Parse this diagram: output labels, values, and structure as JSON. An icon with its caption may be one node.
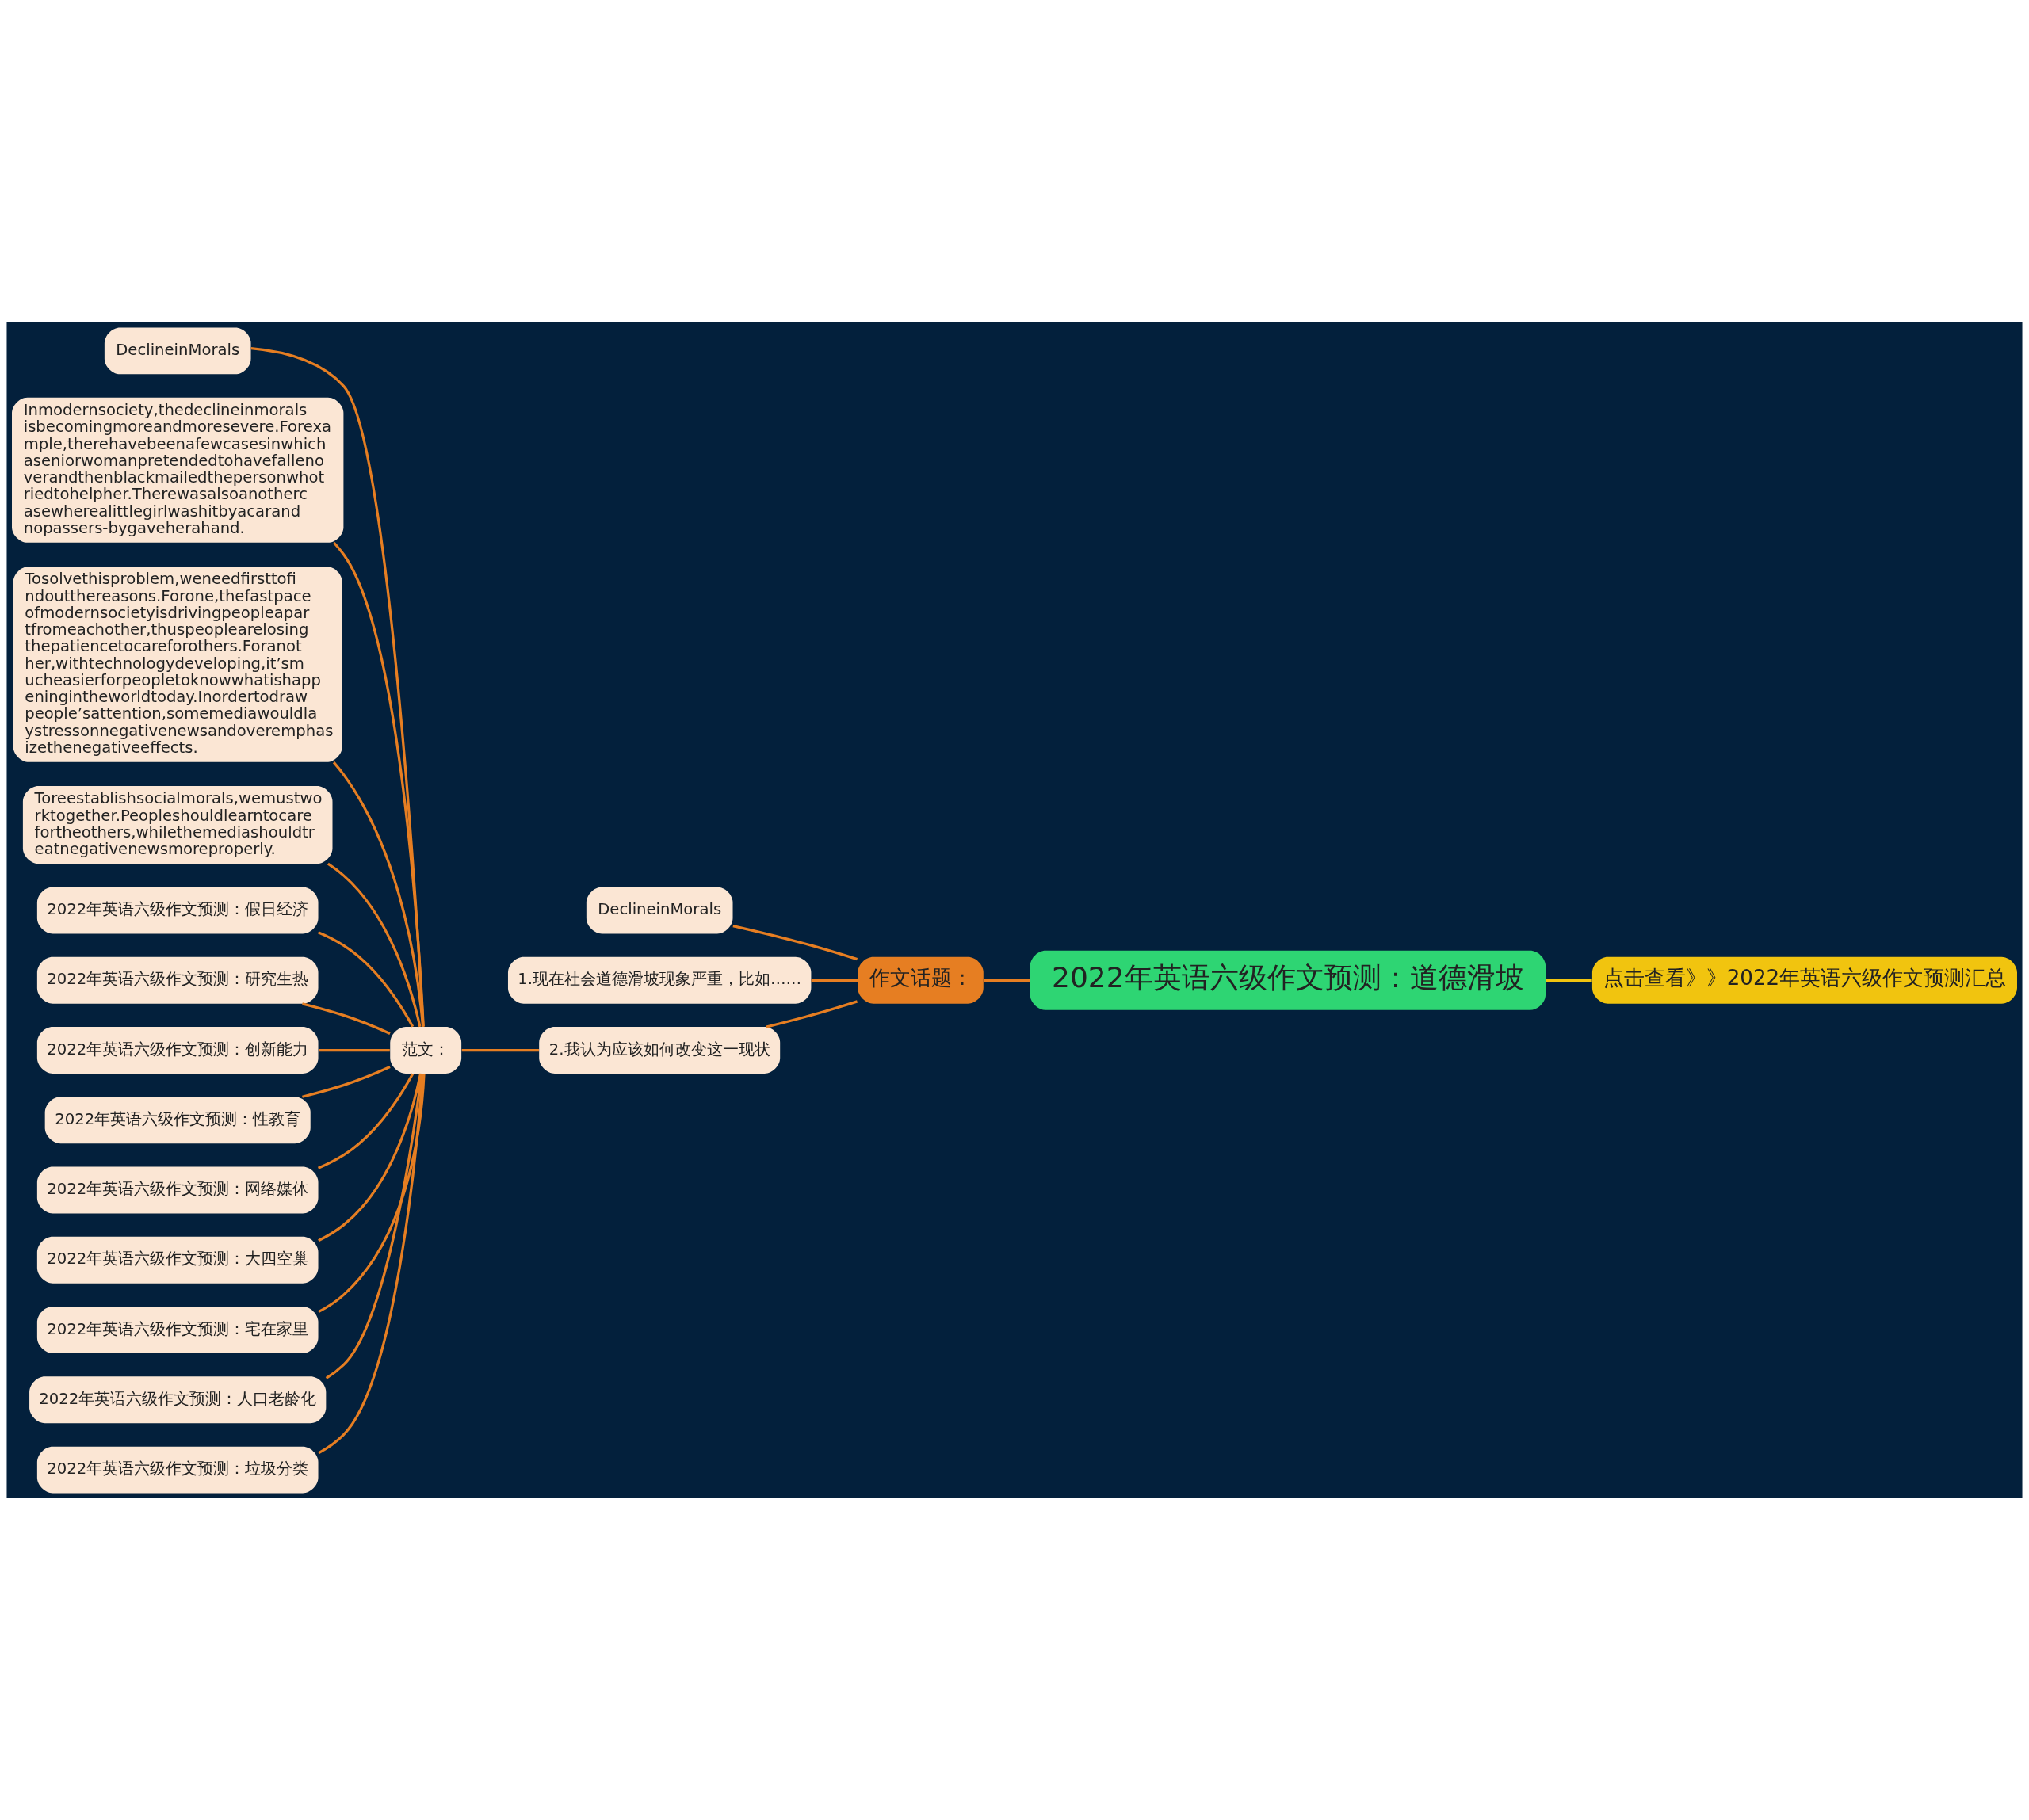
{
  "diagram": {
    "nodes": [
      {
        "text": [
          "2022年英语六级作文预测：道德滑坡"
        ]
      },
      {
        "text": [
          "点击查看》》2022年英语六级作文预测汇总"
        ]
      },
      {
        "text": [
          "作文话题："
        ]
      },
      {
        "text": [
          "DeclineinMorals"
        ]
      },
      {
        "text": [
          "1.现在社会道德滑坡现象严重，比如……"
        ]
      },
      {
        "text": [
          "2.我认为应该如何改变这一现状"
        ]
      },
      {
        "text": [
          "范文："
        ]
      },
      {
        "text": [
          "DeclineinMorals"
        ]
      },
      {
        "text": [
          "Inmodernsociety,thedeclineinmoralsisbecomingmoreandmoresevere.Forexample,therehavebeenafewcasesinwhichaseniorwomanpretendedtohavefallenoverandthenblackmailedthepersonwhotriedtohelpher.Therewasalsoanothercasewherealittlegirlwashitbyacarandnopassers-bygaveherahand."
        ]
      },
      {
        "text": [
          "Tosolvethisproblem,weneedfirsttofindoutthereasons.Forone,thefastpaceofmodernsocietyisdrivingpeopleapartfromeachother,thuspeoplearelosingthepatiencetocareforothers.Foranother,withtechnologydeveloping,it’smucheasierforpeopletoknowwhatishappeningintheworldtoday.Inordertodrawpeople’sattention,somemediawouldlaystressonnegativenewsandoveremphasizethenegativeeffects."
        ]
      },
      {
        "text": [
          "Toreestablishsocialmorals,wemustworktogether.Peopleshouldlearntocarefortheothers,whilethemediashouldtreatnegativenewsmoreproperly."
        ]
      },
      {
        "text": [
          "2022年英语六级作文预测：假日经济"
        ]
      },
      {
        "text": [
          "2022年英语六级作文预测：研究生热"
        ]
      },
      {
        "text": [
          "2022年英语六级作文预测：创新能力"
        ]
      },
      {
        "text": [
          "2022年英语六级作文预测：性教育"
        ]
      },
      {
        "text": [
          "2022年英语六级作文预测：网络媒体"
        ]
      },
      {
        "text": [
          "2022年英语六级作文预测：大四空巢"
        ]
      },
      {
        "text": [
          "2022年英语六级作文预测：宅在家里"
        ]
      },
      {
        "text": [
          "2022年英语六级作文预测：人口老龄化"
        ]
      },
      {
        "text": [
          "2022年英语六级作文预测：垃圾分类"
        ]
      }
    ],
    "edges": [
      {
        "from": 1,
        "to": 0,
        "arrow": "none",
        "color": "#f1c40f"
      },
      {
        "from": 0,
        "to": 2,
        "arrow": "none"
      },
      {
        "from": 2,
        "to": 3,
        "arrow": "none"
      },
      {
        "from": 2,
        "to": 4,
        "arrow": "none"
      },
      {
        "from": 2,
        "to": 5,
        "arrow": "none"
      },
      {
        "from": 5,
        "to": 6,
        "arrow": "none"
      },
      {
        "from": 6,
        "to": 7,
        "arrow": "none"
      },
      {
        "from": 6,
        "to": 8,
        "arrow": "none"
      },
      {
        "from": 6,
        "to": 9,
        "arrow": "none"
      },
      {
        "from": 6,
        "to": 10,
        "arrow": "none"
      },
      {
        "from": 6,
        "to": 11,
        "arrow": "none"
      },
      {
        "from": 6,
        "to": 12,
        "arrow": "none"
      },
      {
        "from": 6,
        "to": 13,
        "arrow": "none"
      },
      {
        "from": 6,
        "to": 14,
        "arrow": "none"
      },
      {
        "from": 6,
        "to": 15,
        "arrow": "none"
      },
      {
        "from": 6,
        "to": 16,
        "arrow": "none"
      },
      {
        "from": 6,
        "to": 17,
        "arrow": "none"
      },
      {
        "from": 6,
        "to": 18,
        "arrow": "none"
      },
      {
        "from": 6,
        "to": 19,
        "arrow": "none"
      }
    ]
  }
}
